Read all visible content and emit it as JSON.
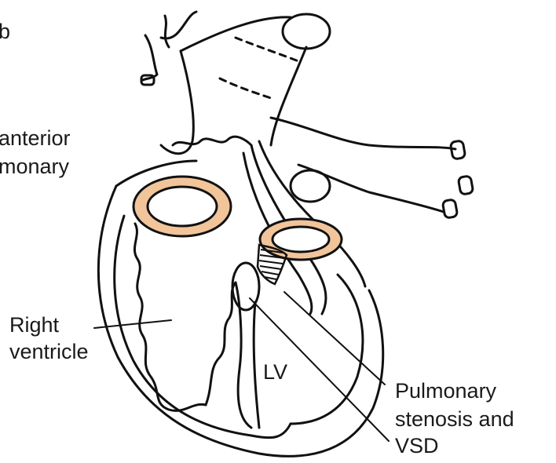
{
  "labels": {
    "top_fragment": "b",
    "anterior": "anterior",
    "pulmonary_fragment": "monary",
    "right_ventricle_line1": "Right",
    "right_ventricle_line2": "ventricle",
    "lv": "LV",
    "ps_line1": "Pulmonary",
    "ps_line2": "stenosis and",
    "ps_line3": "VSD"
  },
  "colors": {
    "valve_ring": "#f2c49a",
    "outline": "#111111"
  }
}
